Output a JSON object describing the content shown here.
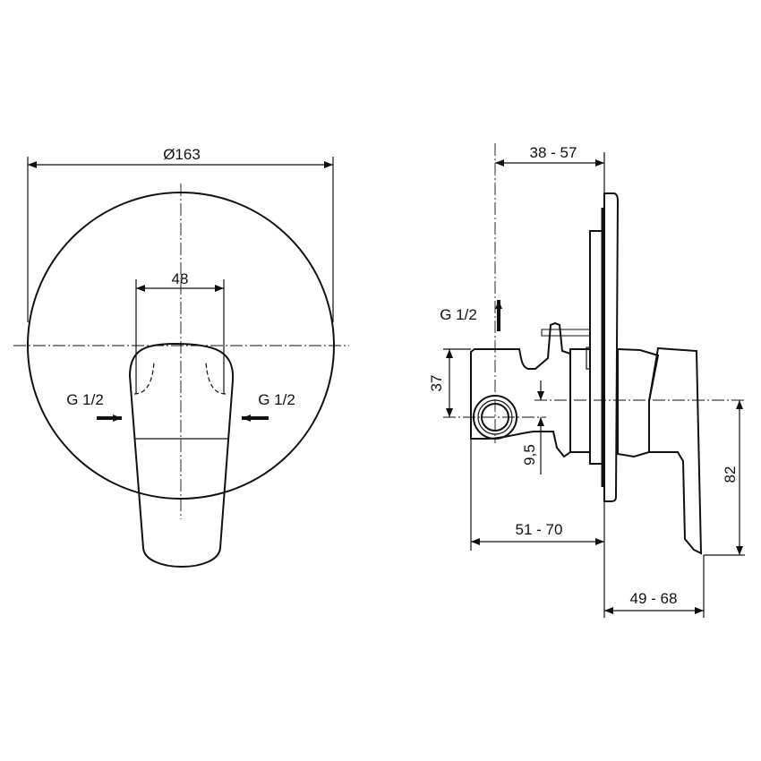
{
  "front_view": {
    "diameter_label": "Ø163",
    "handle_width_label": "48",
    "inlet_left_label": "G 1/2",
    "inlet_right_label": "G 1/2"
  },
  "side_view": {
    "outlet_label": "G 1/2",
    "depth_top_label": "38 - 57",
    "height_37_label": "37",
    "offset_label": "9,5",
    "depth_bottom_label": "51 - 70",
    "handle_height_label": "82",
    "handle_projection_label": "49 - 68"
  }
}
